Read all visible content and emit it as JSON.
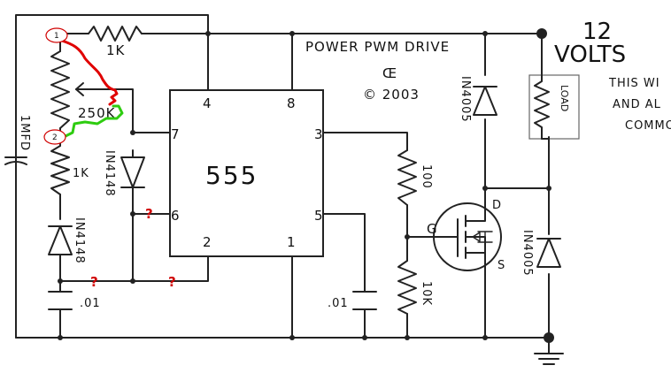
{
  "title": "POWER PWM DRIVE",
  "logo_text": "Œ",
  "copyright": "© 2003",
  "supply": {
    "value": "12",
    "unit": "VOLTS"
  },
  "note_lines": [
    "THIS WI",
    "AND AL",
    "COMMO"
  ],
  "ic": {
    "name": "555",
    "pins": {
      "p4": "4",
      "p8": "8",
      "p7": "7",
      "p3": "3",
      "p6": "6",
      "p5": "5",
      "p2": "2",
      "p1": "1"
    }
  },
  "components": {
    "r_top": "1K",
    "pot": "250K",
    "r_mid": "1K",
    "cap_timing": "1MFD",
    "diode_left": "IN4148",
    "diode_pin7": "IN4148",
    "cap_bottom_left": ".01",
    "cap_pin5": ".01",
    "r_gate": "100",
    "r_pulldown": "10K",
    "diode_top": "IN4005",
    "diode_lower": "IN4005",
    "load": "LOAD"
  },
  "mosfet": {
    "gate": "G",
    "drain": "D",
    "source": "S"
  },
  "annotations": {
    "marker1": "1",
    "marker2": "2",
    "question": "?"
  },
  "colors": {
    "ink": "#222222",
    "red_wire": "#e00000",
    "green_wire": "#2ecc10",
    "question": "#d00000"
  }
}
